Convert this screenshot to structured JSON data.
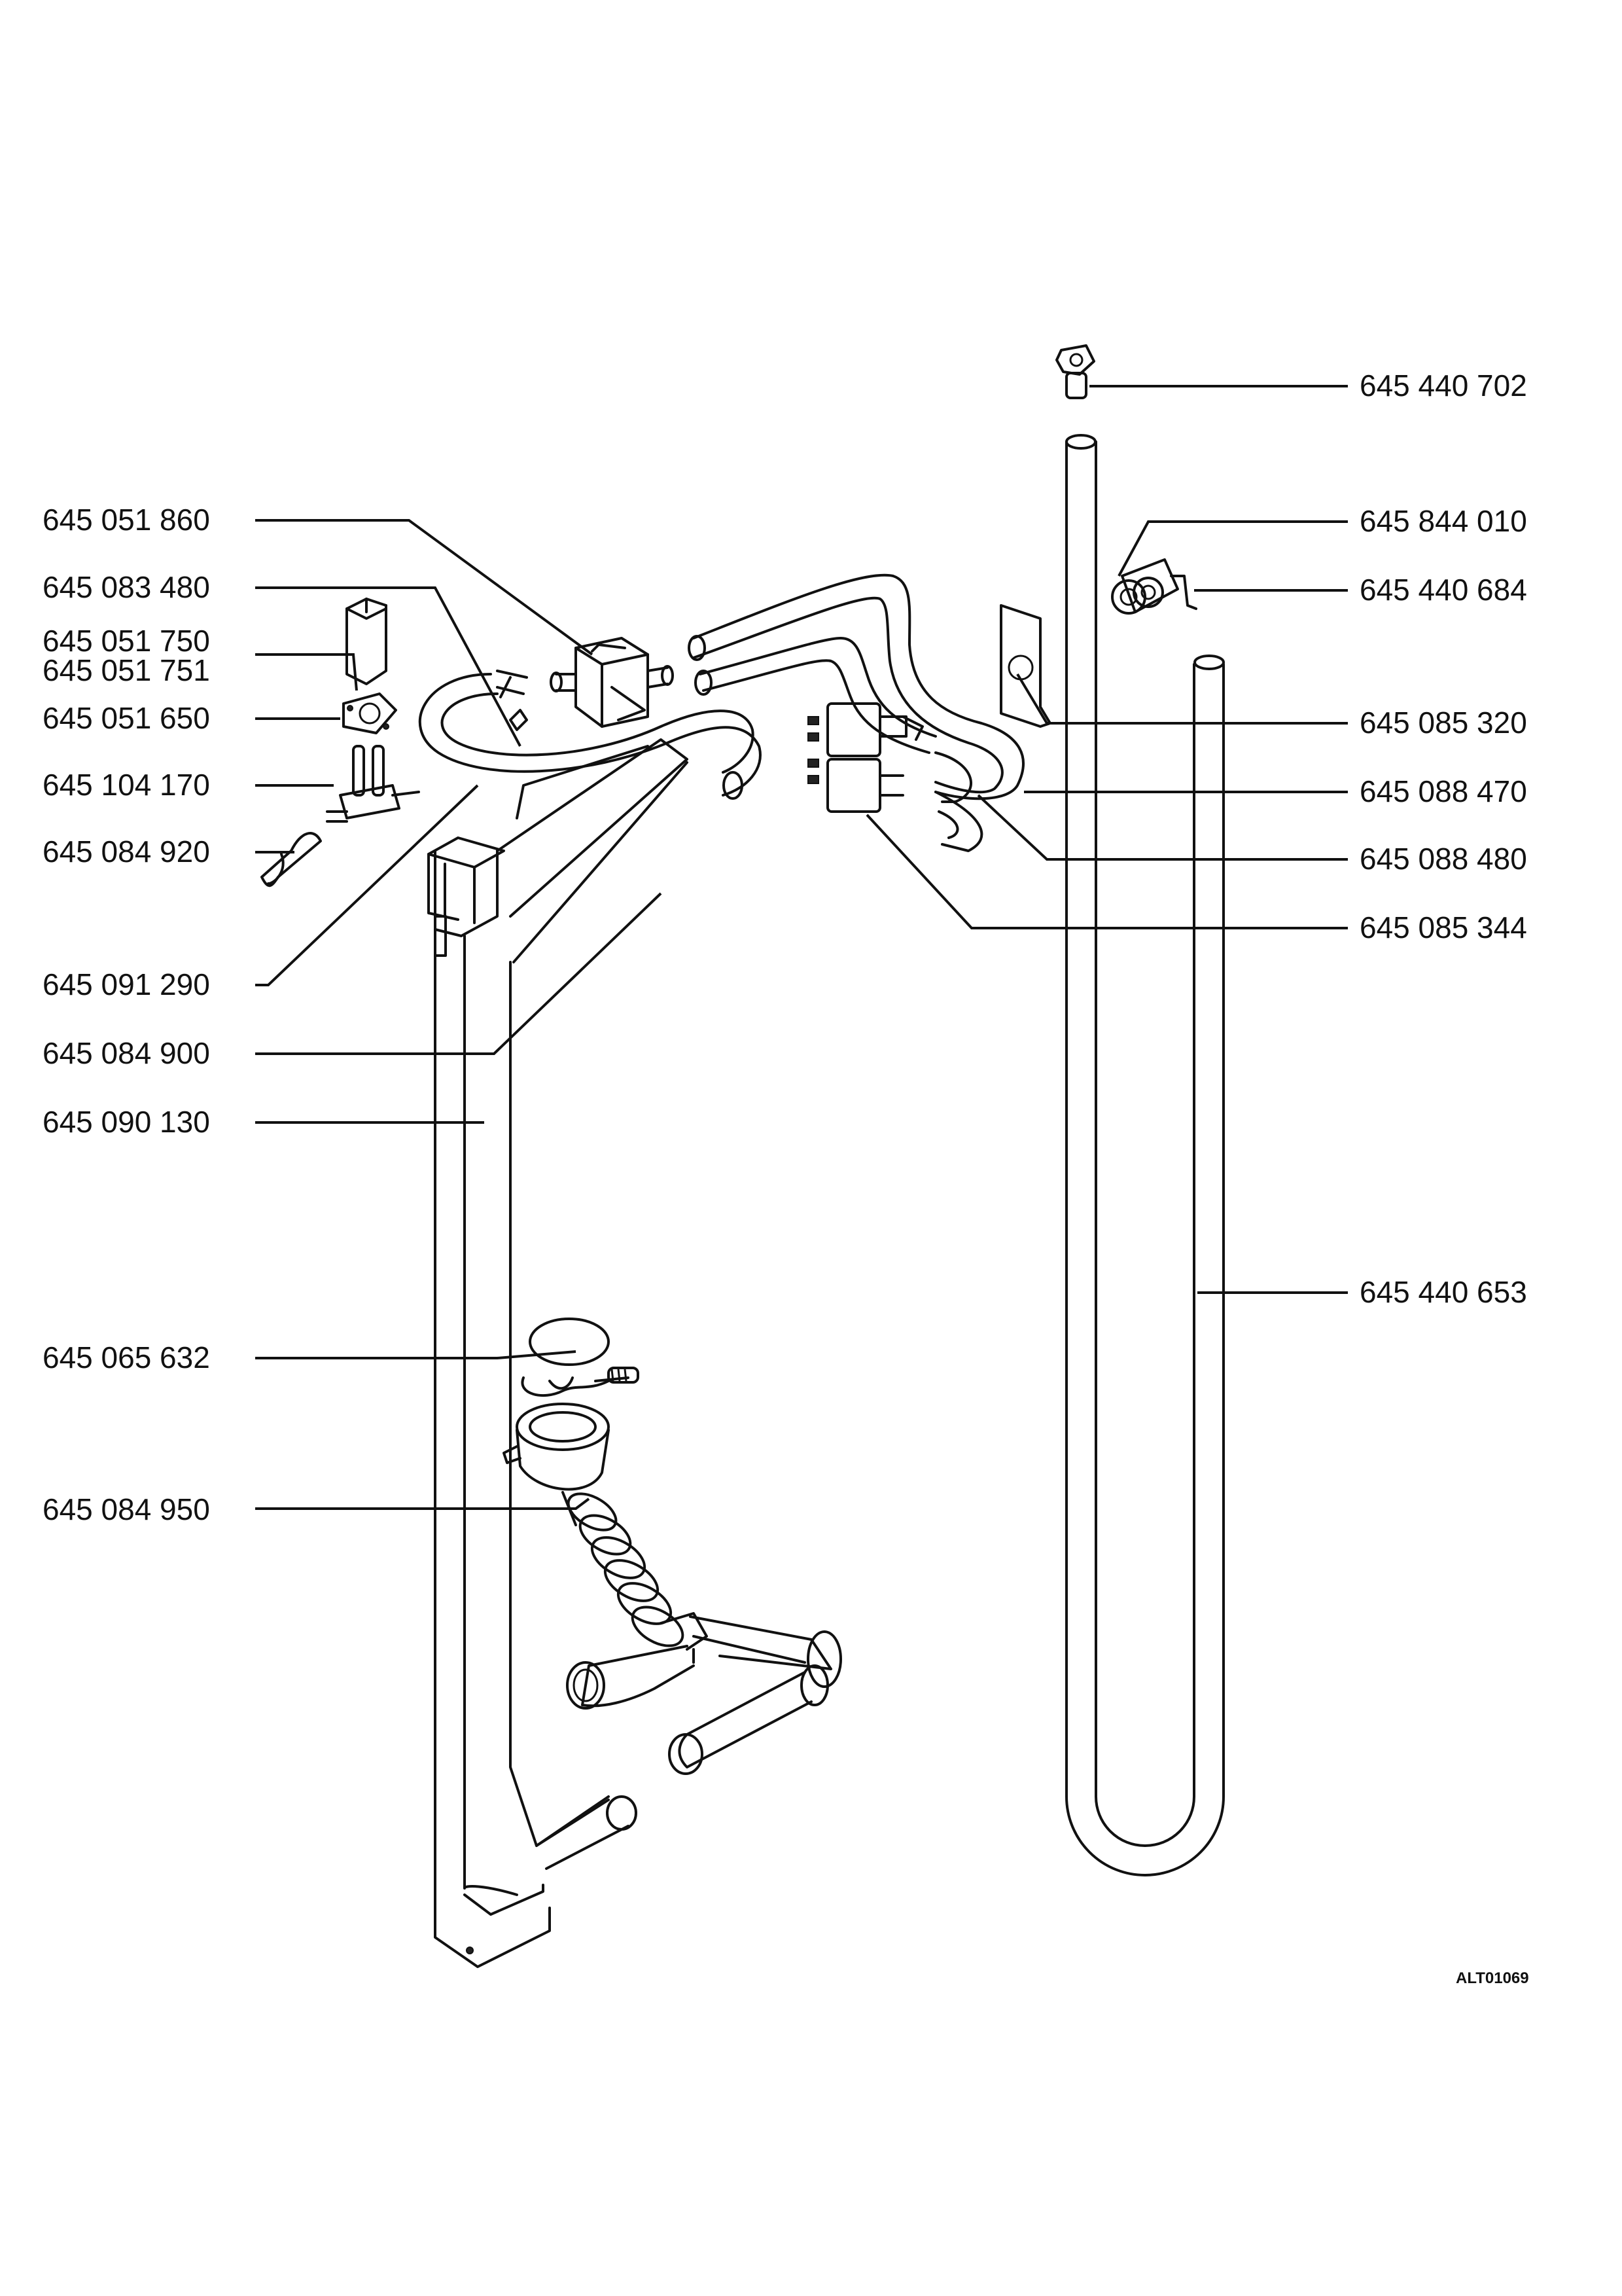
{
  "drawing_code": "ALT01069",
  "left_labels": [
    {
      "id": "lbl-645051860",
      "text": "645 051 860"
    },
    {
      "id": "lbl-645083480",
      "text": "645 083 480"
    },
    {
      "id": "lbl-645051750",
      "text": "645 051 750"
    },
    {
      "id": "lbl-645051751",
      "text": "645 051 751"
    },
    {
      "id": "lbl-645051650",
      "text": "645 051 650"
    },
    {
      "id": "lbl-645104170",
      "text": "645 104 170"
    },
    {
      "id": "lbl-645084920",
      "text": "645 084 920"
    },
    {
      "id": "lbl-645091290",
      "text": "645 091 290"
    },
    {
      "id": "lbl-645084900",
      "text": "645 084 900"
    },
    {
      "id": "lbl-645090130",
      "text": "645 090 130"
    },
    {
      "id": "lbl-645065632",
      "text": "645 065 632"
    },
    {
      "id": "lbl-645084950",
      "text": "645 084 950"
    }
  ],
  "right_labels": [
    {
      "id": "lbl-645440702",
      "text": "645 440 702"
    },
    {
      "id": "lbl-645844010",
      "text": "645 844 010"
    },
    {
      "id": "lbl-645440684",
      "text": "645 440 684"
    },
    {
      "id": "lbl-645085320",
      "text": "645 085 320"
    },
    {
      "id": "lbl-645088470",
      "text": "645 088 470"
    },
    {
      "id": "lbl-645088480",
      "text": "645 088 480"
    },
    {
      "id": "lbl-645085344",
      "text": "645 085 344"
    },
    {
      "id": "lbl-645440653",
      "text": "645 440 653"
    }
  ]
}
